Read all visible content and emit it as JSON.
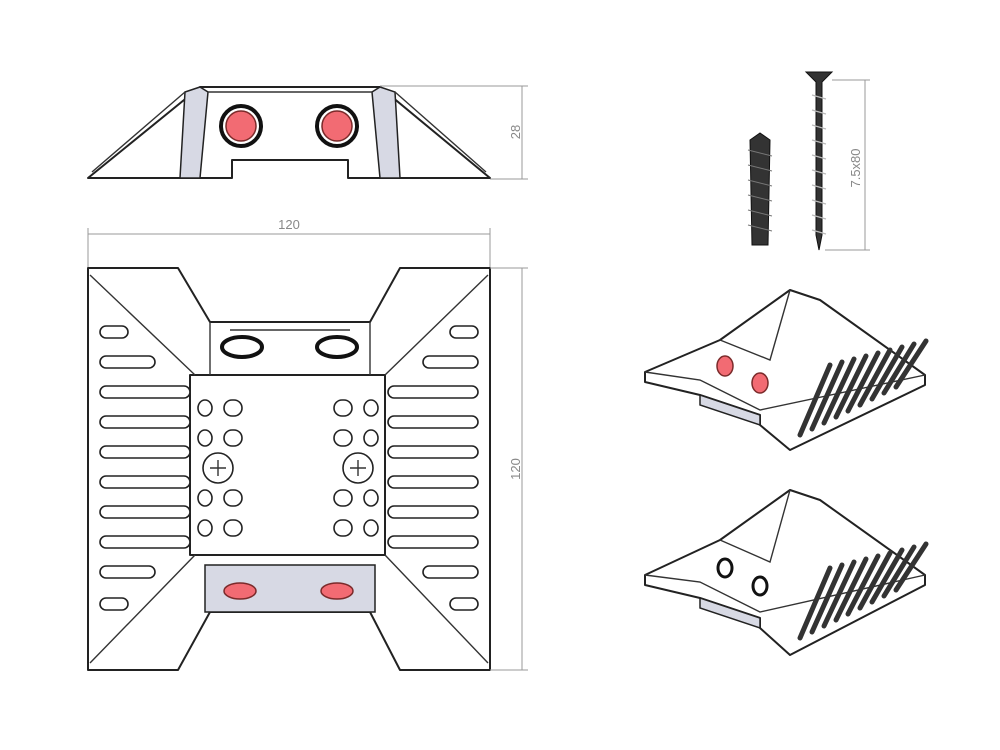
{
  "dimensions": {
    "height_side": "28",
    "width_top": "120",
    "length_right": "120",
    "screw_size": "7.5x80"
  },
  "colors": {
    "reflector_red": "#f26b73",
    "shade": "#d7d9e4",
    "line": "#222222"
  }
}
